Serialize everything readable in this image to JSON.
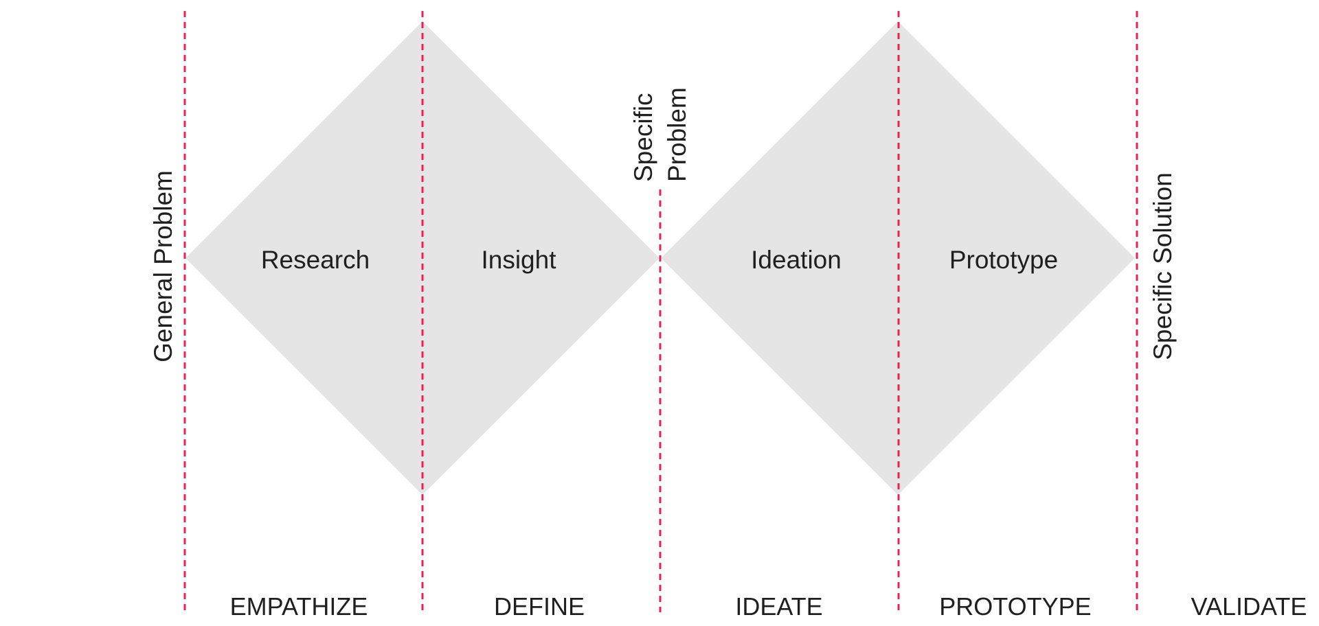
{
  "colors": {
    "shape_fill": "#e5e5e5",
    "divider": "#ee1f52",
    "text": "#1f1f1f",
    "background": "#ffffff"
  },
  "diamonds": [
    {
      "halves": [
        "Research",
        "Insight"
      ]
    },
    {
      "halves": [
        "Ideation",
        "Prototype"
      ]
    }
  ],
  "markers": {
    "general_problem": "General Problem",
    "specific_problem": [
      "Specific",
      "Problem"
    ],
    "specific_solution": "Specific Solution"
  },
  "phases": [
    "EMPATHIZE",
    "DEFINE",
    "IDEATE",
    "PROTOTYPE",
    "VALIDATE"
  ]
}
